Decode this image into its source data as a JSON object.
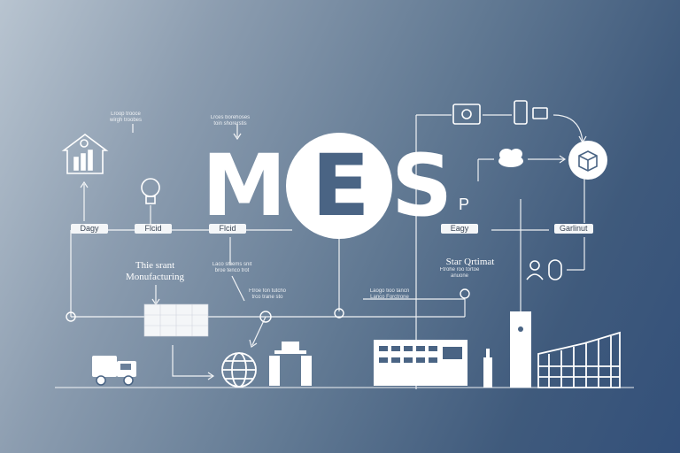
{
  "logo": {
    "letter_m": "M",
    "letter_e": "E",
    "letter_s": "S",
    "suffix": "P"
  },
  "labels": {
    "day": "Dagy",
    "flow_a": "Flcid",
    "flow_b": "Flcid",
    "edge": "Eagy",
    "gateway": "Garlinut"
  },
  "headings": {
    "smart_manufacturing": "Thie srant\nMonufacturing",
    "star_optimal": "Star Qrtimat"
  },
  "notes": {
    "top_left": "Lroop trooce\nwirgh troobes",
    "top_center": "Lrces borehoses\ntoin shorerstis",
    "mid_left": "Laco shiems snit\nbroe tenco trot",
    "mid_center": "Ftroe fon tutcho\ntrco trane sto",
    "mid_right": "Laogo tioo tancn\nLanco Forctrone",
    "right": "Ftrohe roo tortoe\nanuone"
  },
  "colors": {
    "line": "#ffffff",
    "panel": "#f4f6f8",
    "text_dark": "#3a4656",
    "icon_fill": "#ffffff",
    "icon_stroke": "#ffffff"
  }
}
